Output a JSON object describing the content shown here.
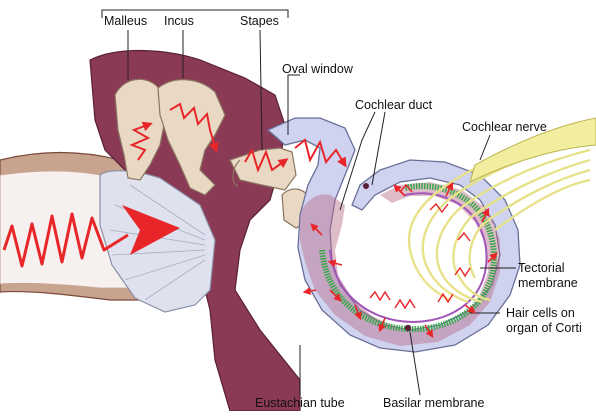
{
  "labels": {
    "malleus": "Malleus",
    "incus": "Incus",
    "stapes": "Stapes",
    "oval_window": "Oval window",
    "cochlear_duct": "Cochlear duct",
    "cochlear_nerve": "Cochlear nerve",
    "tectorial_line1": "Tectorial",
    "tectorial_line2": "membrane",
    "hair_cells_line1": "Hair cells on",
    "hair_cells_line2": "organ of Corti",
    "eustachian_tube": "Eustachian tube",
    "basilar_membrane": "Basilar membrane"
  },
  "colors": {
    "sound_wave": "#e8262a",
    "bone": "#e9d9c4",
    "tissue": "#8a3a55",
    "cochlea_fluid": "#cfd3f0",
    "membrane_green": "#3aa64a",
    "nerve": "#f2eea0",
    "purple_membrane": "#a055b8"
  }
}
